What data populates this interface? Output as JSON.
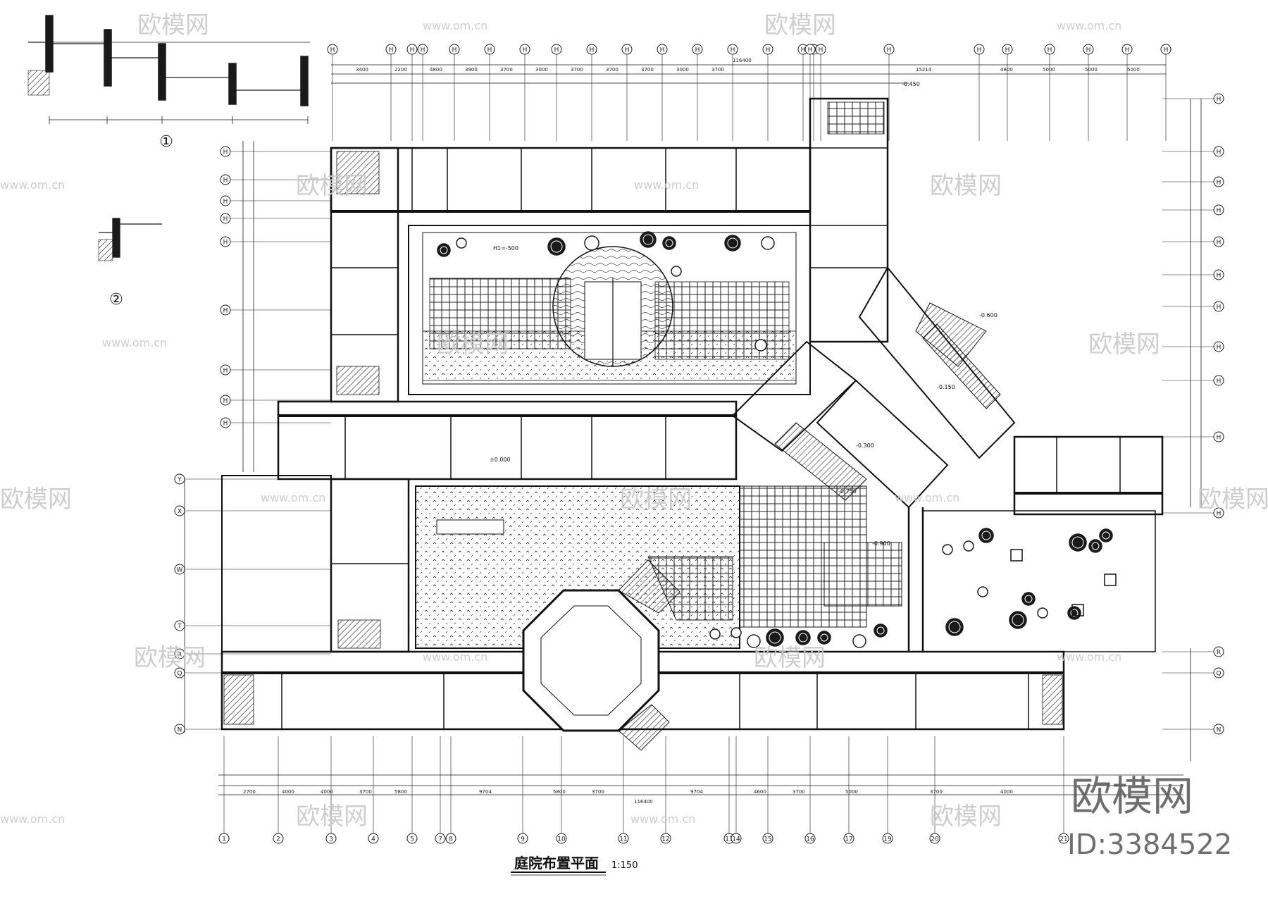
{
  "drawing": {
    "title": "庭院布置平面",
    "scale": "1:150",
    "detail_markers": [
      "①",
      "②"
    ],
    "annotation_small": "H1=-500",
    "elevations": [
      "-0.450",
      "-0.300",
      "±0.000",
      "-0.600",
      "-0.150",
      "-0.750",
      "-0.900"
    ],
    "total_width_dim": "116400",
    "total_height_dim": "116400",
    "top_dims": [
      "3400",
      "2200",
      "4800",
      "3900",
      "3700",
      "3000",
      "3700",
      "3700",
      "3700",
      "3000",
      "3700",
      "15214",
      "4800",
      "5000",
      "5000",
      "5000"
    ],
    "bottom_dims": [
      "2700",
      "4000",
      "4000",
      "3700",
      "5800",
      "9704",
      "5800",
      "3700",
      "9704",
      "4600",
      "3700",
      "5000",
      "3700",
      "4000"
    ],
    "bottom_grid_labels": [
      "1",
      "2",
      "3",
      "4",
      "5",
      "7",
      "8",
      "9",
      "10",
      "11",
      "12",
      "13",
      "14",
      "15",
      "16",
      "17",
      "19",
      "20",
      "21"
    ],
    "top_grid_labels": [
      "H",
      "H",
      "H",
      "H",
      "H",
      "H",
      "H",
      "H",
      "H",
      "H",
      "H",
      "H",
      "H",
      "H",
      "H",
      "H",
      "H",
      "H",
      "H",
      "H",
      "H",
      "H",
      "H",
      "H",
      "H"
    ],
    "left_grid_labels": [
      "H",
      "H",
      "H",
      "H",
      "H",
      "H",
      "H",
      "H",
      "H",
      "Y",
      "X",
      "W",
      "T",
      "R",
      "Q",
      "N"
    ],
    "right_grid_labels": [
      "H",
      "H",
      "H",
      "H",
      "H",
      "H",
      "H",
      "H",
      "H",
      "H",
      "H",
      "R",
      "Q",
      "N"
    ]
  },
  "watermark": {
    "brand": "欧模网",
    "url": "www.om.cn",
    "id_label": "ID:3384522"
  },
  "colors": {
    "ink": "#1a1a1a",
    "watermark": "#c9c9c9",
    "background": "#ffffff"
  }
}
